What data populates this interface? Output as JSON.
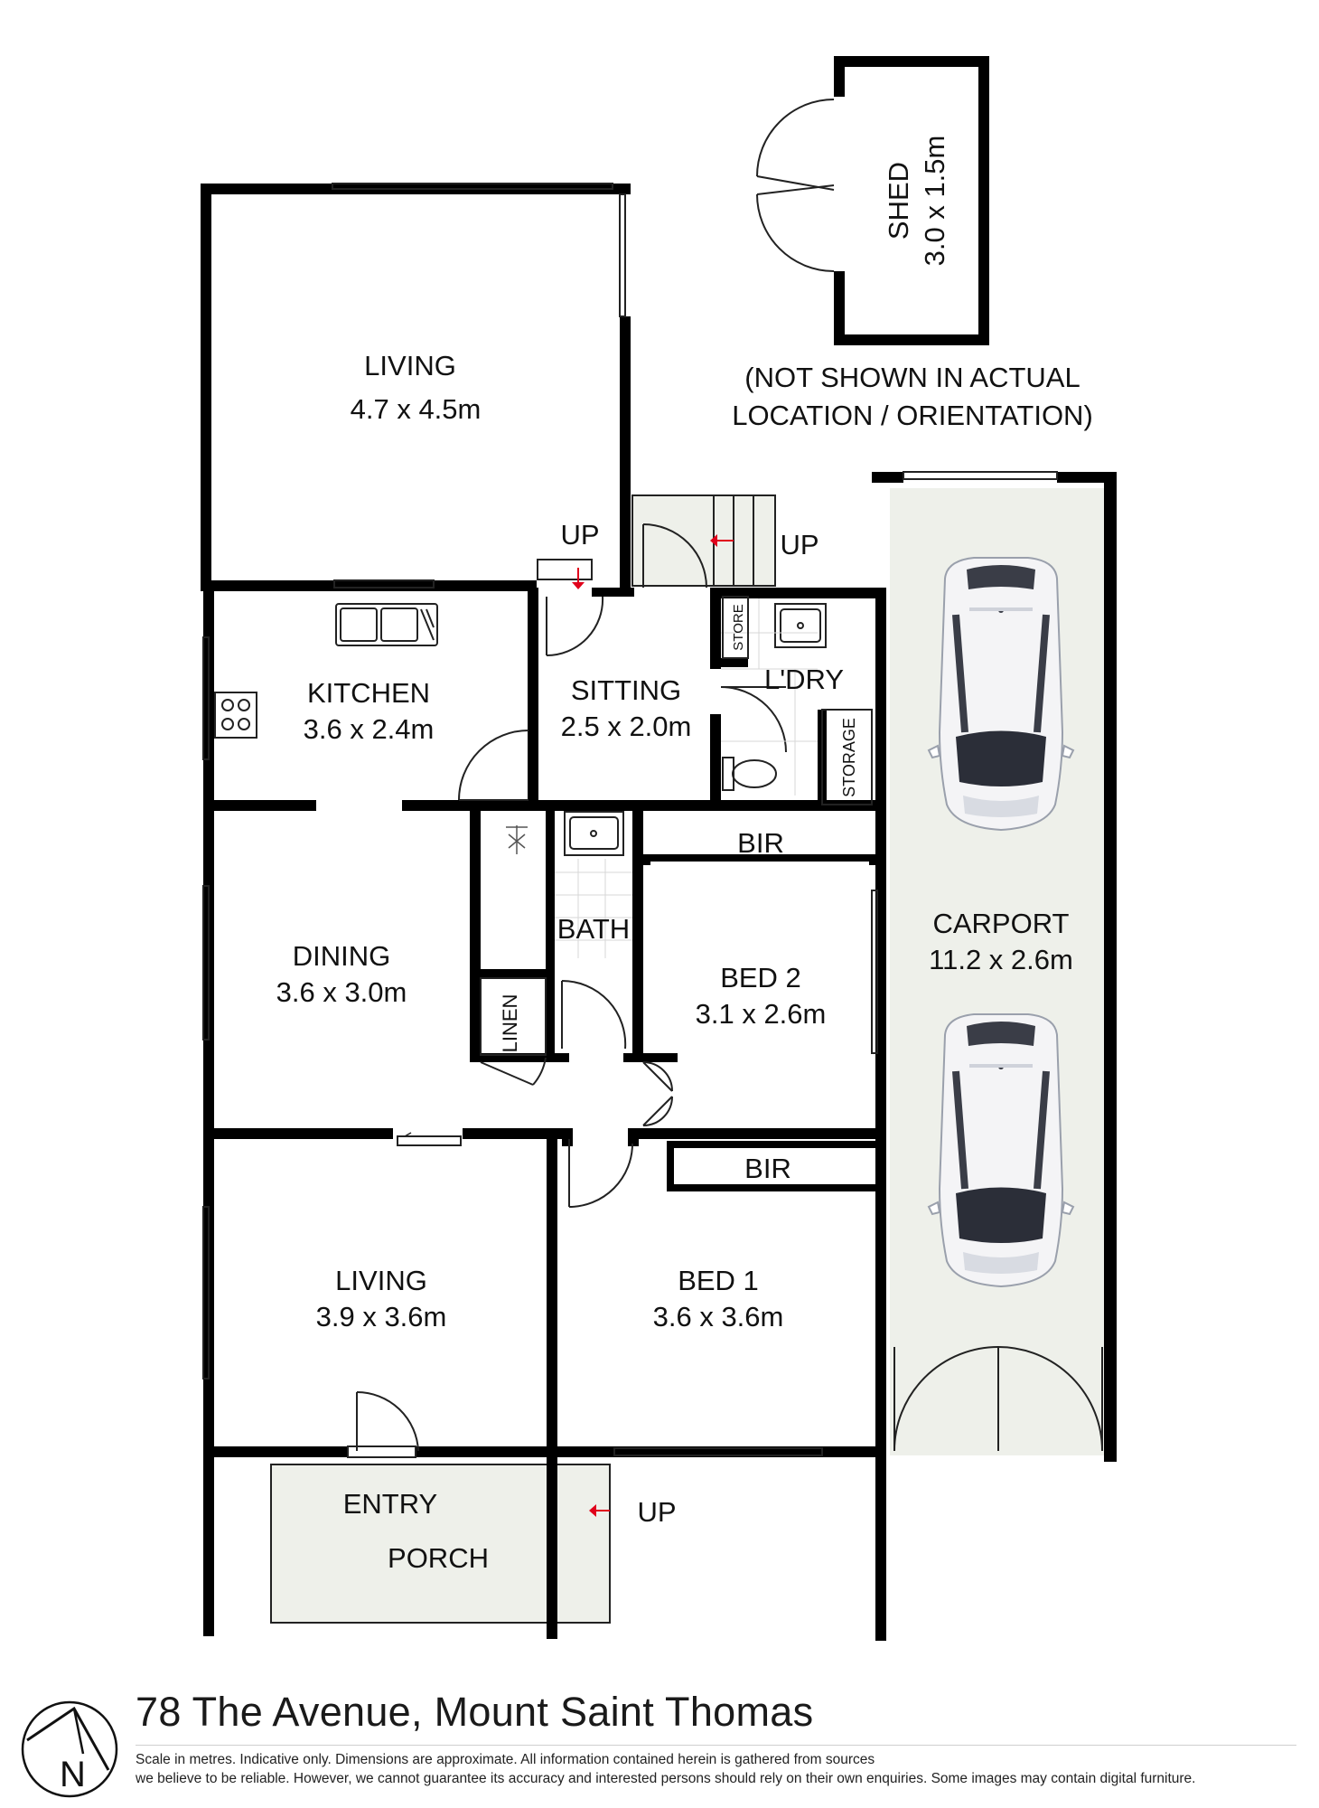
{
  "rooms": {
    "living_upper": {
      "name": "LIVING",
      "size": "4.7 x 4.5m"
    },
    "kitchen": {
      "name": "KITCHEN",
      "size": "3.6 x 2.4m"
    },
    "sitting": {
      "name": "SITTING",
      "size": "2.5 x 2.0m"
    },
    "dining": {
      "name": "DINING",
      "size": "3.6 x 3.0m"
    },
    "bed2": {
      "name": "BED 2",
      "size": "3.1 x 2.6m"
    },
    "living_lower": {
      "name": "LIVING",
      "size": "3.9 x 3.6m"
    },
    "bed1": {
      "name": "BED 1",
      "size": "3.6 x 3.6m"
    },
    "carport": {
      "name": "CARPORT",
      "size": "11.2 x 2.6m"
    },
    "shed": {
      "name": "SHED",
      "size": "3.0 x 1.5m"
    }
  },
  "small_labels": {
    "store": "STORE",
    "laundry": "L'DRY",
    "storage": "STORAGE",
    "bath": "BATH",
    "linen": "LINEN",
    "bir_bed2": "BIR",
    "bir_bed1": "BIR",
    "entry": "ENTRY",
    "porch": "PORCH",
    "up_living": "UP",
    "up_stairs": "UP",
    "up_porch": "UP"
  },
  "shed_note": {
    "line1": "(NOT SHOWN IN ACTUAL",
    "line2": "LOCATION / ORIENTATION)"
  },
  "footer": {
    "title": "78 The Avenue, Mount Saint Thomas",
    "note_line1": "Scale in metres. Indicative only. Dimensions are approximate. All information contained herein is gathered from sources",
    "note_line2": "we believe to be reliable. However, we cannot guarantee its accuracy and interested persons should rely on their own enquiries. Some images may contain digital furniture.",
    "compass_letter": "N"
  },
  "colors": {
    "wall": "#000000",
    "outdoor_fill": "#eef0ea",
    "up_arrow": "#e0001b",
    "car_body": "#f4f4f6",
    "car_glass": "#2b2e38"
  },
  "icons": [
    "compass-north-icon",
    "car-icon",
    "sink-icon",
    "cooktop-icon",
    "toilet-icon",
    "shower-icon",
    "up-arrow-icon"
  ]
}
